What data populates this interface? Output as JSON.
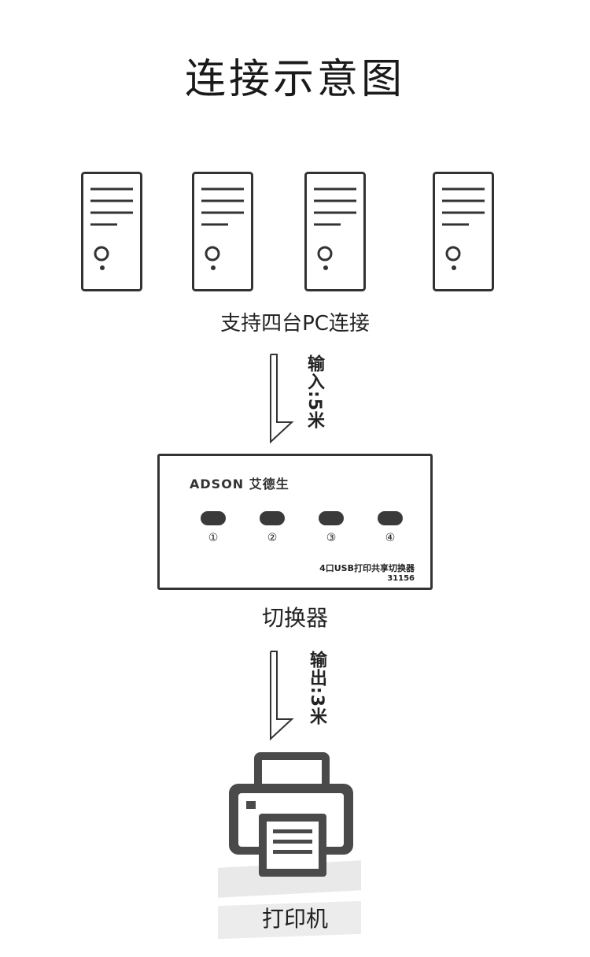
{
  "title": "连接示意图",
  "computers": {
    "caption": "支持四台PC连接",
    "count": 4
  },
  "input_link": {
    "label": "输入:5米"
  },
  "switch": {
    "brand": "ADSON 艾德生",
    "ports": [
      "①",
      "②",
      "③",
      "④"
    ],
    "model_name": "4口USB打印共享切换器",
    "model_number": "31156",
    "caption": "切换器"
  },
  "output_link": {
    "label": "输出:3米"
  },
  "printer": {
    "caption": "打印机"
  },
  "colors": {
    "line": "#333333",
    "port": "#3a3a3a",
    "printer": "#4a4a4a",
    "background": "#ffffff"
  }
}
